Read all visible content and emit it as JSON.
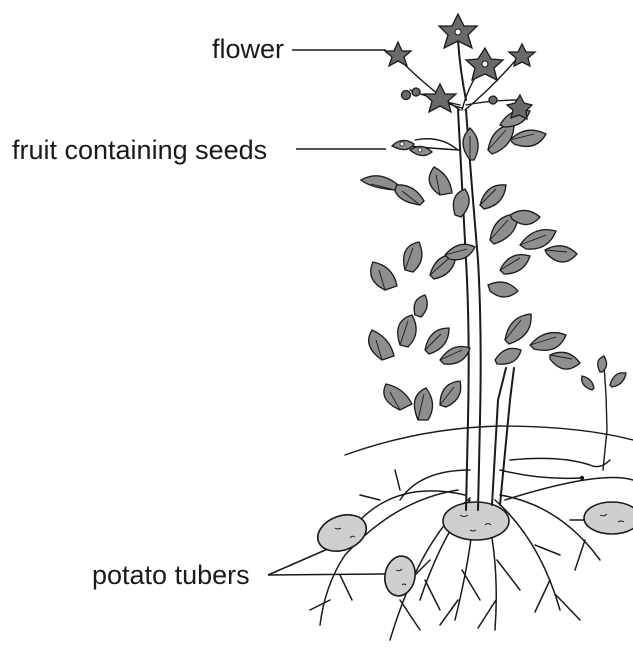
{
  "labels": {
    "flower": "flower",
    "fruit": "fruit containing seeds",
    "tubers": "potato tubers"
  },
  "colors": {
    "ink": "#1a1a1a",
    "leaf_fill": "#8e8e8e",
    "flower_fill": "#6a6a6a",
    "tuber_fill": "#cfcfcf",
    "background": "#ffffff"
  }
}
